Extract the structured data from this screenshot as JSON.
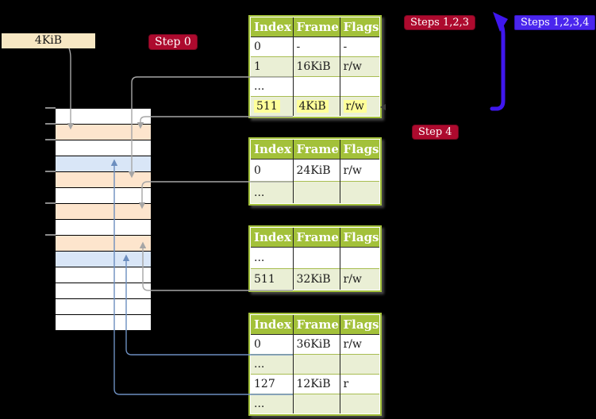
{
  "page_size_label": "4KiB",
  "badges": {
    "step0": "Step 0",
    "steps123": "Steps 1,2,3",
    "steps1234": "Steps 1,2,3,4",
    "step4": "Step 4"
  },
  "colors": {
    "badge_red": "#ad0a2e",
    "badge_blue": "#4a26ee",
    "big_arrow_blue": "#3f17ee",
    "table_header_green": "#a3c13a",
    "table_row_green": "#eaefd5",
    "highlight_yellow": "#ffff99",
    "stack_peach": "#fde5cd",
    "stack_blue": "#d9e6f7",
    "connector_gray": "#a6a6a6",
    "connector_blue": "#6c8ebf",
    "page_size_box": "#f7e7c3"
  },
  "tables": [
    {
      "name": "page-table-top",
      "columns": [
        "Index",
        "Frame",
        "Flags"
      ],
      "rows": [
        {
          "cells": [
            "0",
            "-",
            "-"
          ]
        },
        {
          "cells": [
            "1",
            "16KiB",
            "r/w"
          ]
        },
        {
          "cells": [
            "...",
            "",
            ""
          ]
        },
        {
          "cells": [
            "511",
            "4KiB",
            "r/w"
          ],
          "highlighted": true
        }
      ]
    },
    {
      "name": "page-table-second",
      "columns": [
        "Index",
        "Frame",
        "Flags"
      ],
      "rows": [
        {
          "cells": [
            "0",
            "24KiB",
            "r/w"
          ]
        },
        {
          "cells": [
            "...",
            "",
            ""
          ]
        }
      ]
    },
    {
      "name": "page-table-third",
      "columns": [
        "Index",
        "Frame",
        "Flags"
      ],
      "rows": [
        {
          "cells": [
            "...",
            "",
            ""
          ]
        },
        {
          "cells": [
            "511",
            "32KiB",
            "r/w"
          ]
        }
      ]
    },
    {
      "name": "page-table-bottom",
      "columns": [
        "Index",
        "Frame",
        "Flags"
      ],
      "rows": [
        {
          "cells": [
            "0",
            "36KiB",
            "r/w"
          ]
        },
        {
          "cells": [
            "...",
            "",
            ""
          ]
        },
        {
          "cells": [
            "127",
            "12KiB",
            "r"
          ]
        },
        {
          "cells": [
            "...",
            "",
            ""
          ]
        }
      ]
    }
  ],
  "memory_stack": {
    "rows": [
      {
        "color": "white"
      },
      {
        "color": "peach"
      },
      {
        "color": "white"
      },
      {
        "color": "blue"
      },
      {
        "color": "peach"
      },
      {
        "color": "white"
      },
      {
        "color": "peach"
      },
      {
        "color": "white"
      },
      {
        "color": "peach"
      },
      {
        "color": "blue"
      },
      {
        "color": "white"
      },
      {
        "color": "white"
      },
      {
        "color": "white"
      },
      {
        "color": "white"
      }
    ]
  }
}
